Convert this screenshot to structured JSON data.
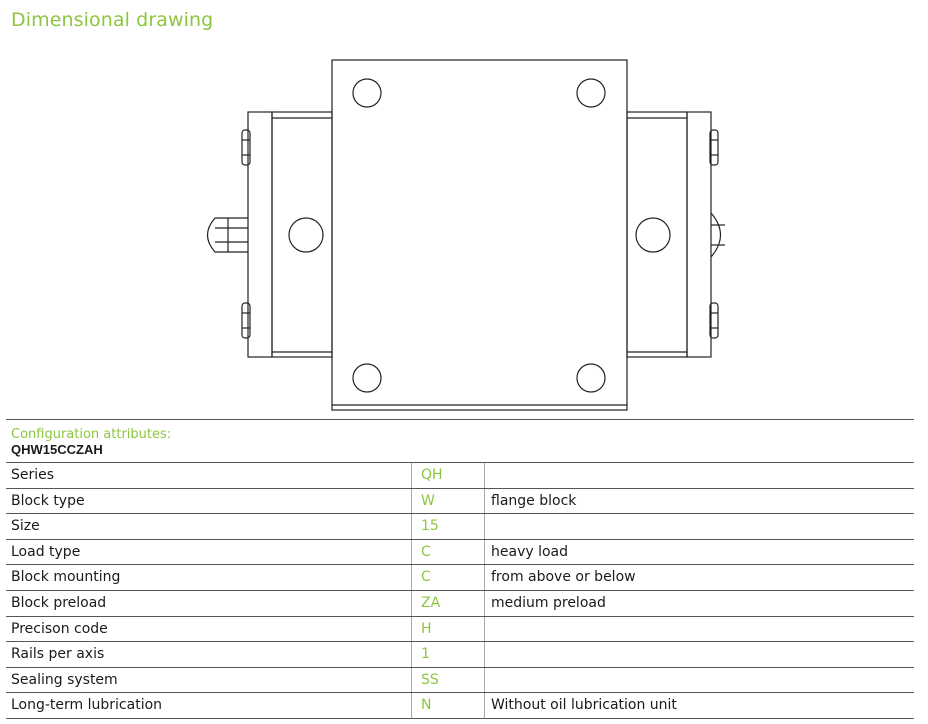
{
  "header": {
    "title": "Dimensional drawing"
  },
  "drawing": {
    "name": "block top view"
  },
  "config": {
    "label": "Configuration attributes:",
    "code": "QHW15CCZAH",
    "rows": [
      {
        "attr": "Series",
        "code": "QH",
        "desc": ""
      },
      {
        "attr": "Block type",
        "code": "W",
        "desc": "flange block"
      },
      {
        "attr": "Size",
        "code": "15",
        "desc": ""
      },
      {
        "attr": "Load type",
        "code": "C",
        "desc": "heavy load"
      },
      {
        "attr": "Block mounting",
        "code": "C",
        "desc": "from above or below"
      },
      {
        "attr": "Block preload",
        "code": "ZA",
        "desc": "medium preload"
      },
      {
        "attr": "Precison code",
        "code": "H",
        "desc": ""
      },
      {
        "attr": "Rails per axis",
        "code": "1",
        "desc": ""
      },
      {
        "attr": "Sealing system",
        "code": "SS",
        "desc": ""
      },
      {
        "attr": "Long-term lubrication",
        "code": "N",
        "desc": "Without oil lubrication unit"
      }
    ]
  }
}
